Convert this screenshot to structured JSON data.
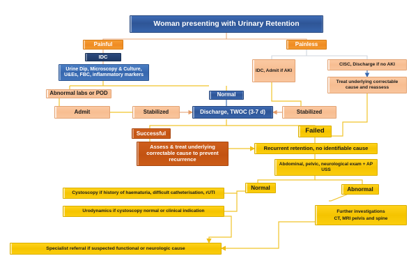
{
  "title": "Woman presenting with Urinary Retention flowchart",
  "colors": {
    "blue_dark": "#2e5596",
    "blue_navy": "#1f3a66",
    "peach": "#f7bd91",
    "orange": "#ef8b22",
    "rust": "#c35312",
    "gold": "#f5c400",
    "wire_orange": "#f0a875",
    "wire_gold": "#f5c400",
    "wire_blue": "#3667ae",
    "background": "#ffffff"
  },
  "nodes": {
    "root": "Woman presenting with Urinary Retention",
    "painful": "Painful",
    "painless": "Painless",
    "idc": "IDC",
    "labs": "Urine Dip, Microscopy & Culture, U&Es, FBC, inflammatory markers",
    "abnormal_labs": "Abnormal labs or POD",
    "admit": "Admit",
    "stabilized_left": "Stabilized",
    "normal_top": "Normal",
    "discharge_twoc": "Discharge, TWOC (3-7 d)",
    "stabilized_right": "Stabilized",
    "idc_admit_aki": "IDC, Admit if AKI",
    "cisc_discharge": "CISC, Discharge if no AKI",
    "treat_underlying": "Treat underlying correctable cause and reassess",
    "successful": "Successful",
    "failed": "Failed",
    "assess_treat": "Assess & treat underlying correctable cause to prevent recurrence",
    "recurrent": "Recurrent retention, no identifiable cause",
    "exam_uss": "Abdominal, pelvic, neurological exam + AP USS",
    "normal_lower": "Normal",
    "abnormal_lower": "Abnormal",
    "cystoscopy": "Cystoscopy if history of haematuria, difficult catheterisation, rUTI",
    "urodynamics": "Urodynamics if cystoscopy normal or clinical indication",
    "further_inv_line1": "Further investigations",
    "further_inv_line2": "CT, MRI pelvis and spine",
    "specialist": "Specialist referral if suspected functional or neurologic cause"
  }
}
